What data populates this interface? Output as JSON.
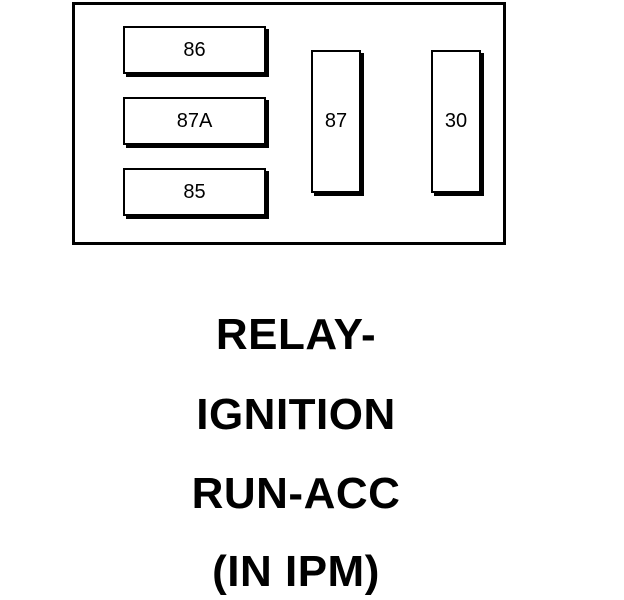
{
  "relay": {
    "terminals": {
      "t86": "86",
      "t87a": "87A",
      "t85": "85",
      "t87": "87",
      "t30": "30"
    }
  },
  "caption": {
    "line1": "RELAY-",
    "line2": "IGNITION",
    "line3": "RUN-ACC",
    "line4": "(IN IPM)"
  }
}
